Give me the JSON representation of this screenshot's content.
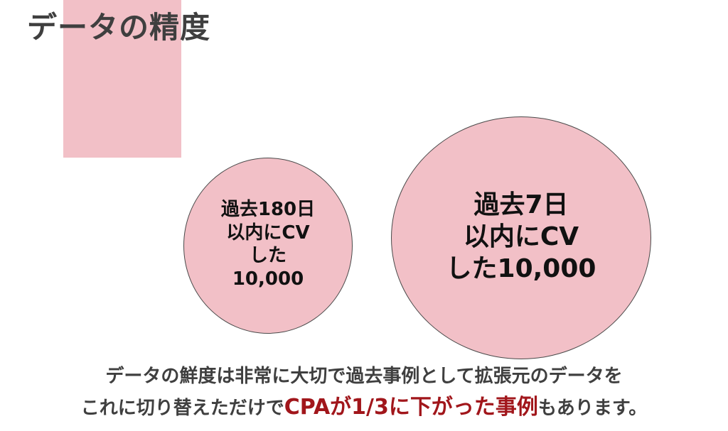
{
  "slide": {
    "title": "データの精度",
    "circles": {
      "small": {
        "text": "過去180日\n以内にCV\nした\n10,000"
      },
      "large": {
        "text": "過去7日\n以内にCV\nした10,000"
      }
    },
    "caption": {
      "line1": "データの鮮度は非常に大切で過去事例として拡張元のデータを",
      "line2_prefix": "これに切り替えただけで",
      "line2_highlight": "CPAが1/3に下がった事例",
      "line2_suffix": "もあります。"
    }
  },
  "colors": {
    "pink": "#f2c0c7",
    "highlight": "#a1161b",
    "text": "#3f3f3f"
  }
}
